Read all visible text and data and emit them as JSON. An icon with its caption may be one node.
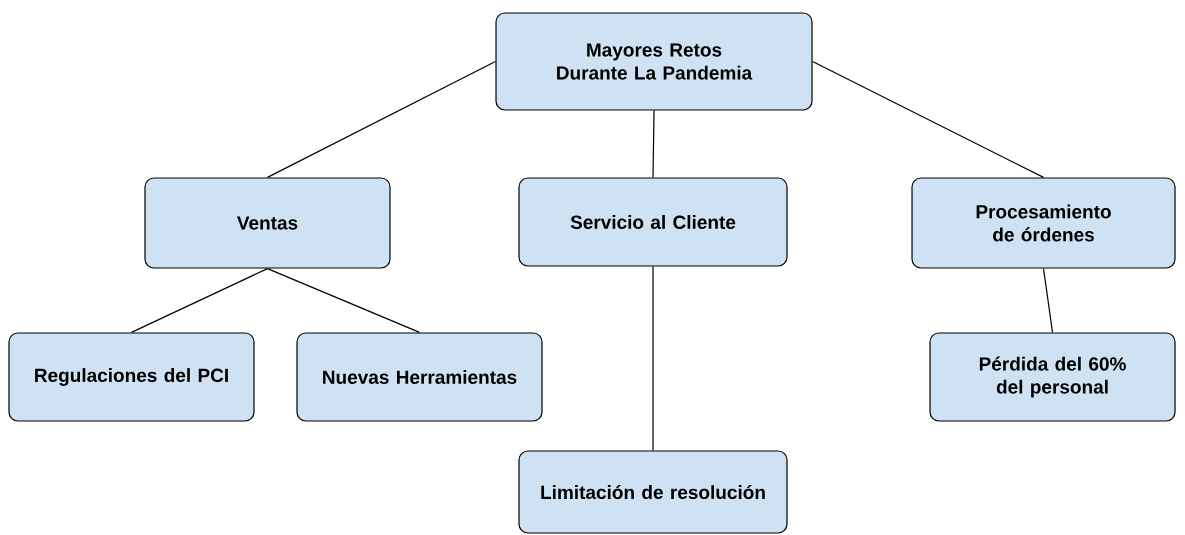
{
  "diagram": {
    "nodes": [
      {
        "text": [
          "Mayores Retos Durante La Pandemia"
        ]
      },
      {
        "text": [
          "Ventas"
        ]
      },
      {
        "text": [
          "Servicio al Cliente"
        ]
      },
      {
        "text": [
          "Procesamiento de órdenes"
        ]
      },
      {
        "text": [
          "Regulaciones del PCI"
        ]
      },
      {
        "text": [
          "Nuevas Herramientas"
        ]
      },
      {
        "text": [
          "Limitación de resolución"
        ]
      },
      {
        "text": [
          "Pérdida del 60% del personal"
        ]
      }
    ],
    "edges": [
      {
        "from": 0,
        "to": 1,
        "arrow": "none"
      },
      {
        "from": 0,
        "to": 2,
        "arrow": "none"
      },
      {
        "from": 0,
        "to": 3,
        "arrow": "none"
      },
      {
        "from": 1,
        "to": 4,
        "arrow": "none"
      },
      {
        "from": 1,
        "to": 5,
        "arrow": "none"
      },
      {
        "from": 2,
        "to": 6,
        "arrow": "none"
      },
      {
        "from": 3,
        "to": 7,
        "arrow": "none"
      }
    ]
  }
}
